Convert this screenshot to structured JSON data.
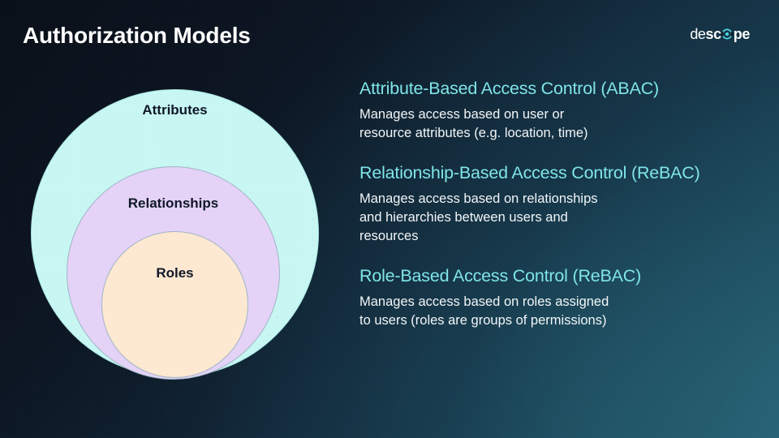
{
  "slide": {
    "title": "Authorization Models",
    "background_top_left_color": "#0a1019",
    "background_bottom_right_color": "#1d5064"
  },
  "brand": {
    "name": "descope",
    "part_1": "de",
    "part_2": "sc",
    "icon": "descope-o-icon",
    "part_3": "pe",
    "color": "#ffffff",
    "icon_color": "#4fd8e0"
  },
  "diagram": {
    "name": "nested-circles-venn",
    "circles": [
      {
        "label": "Attributes",
        "fill": "#c8f7f3",
        "label_color": "#101828"
      },
      {
        "label": "Relationships",
        "fill": "#e4d2f7",
        "label_color": "#101828"
      },
      {
        "label": "Roles",
        "fill": "#fde8d2",
        "label_color": "#101828"
      }
    ]
  },
  "models": [
    {
      "heading": "Attribute-Based Access Control (ABAC)",
      "description": "Manages access based on user or\nresource attributes (e.g. location, time)",
      "heading_color": "#7fe5e8"
    },
    {
      "heading": "Relationship-Based Access Control (ReBAC)",
      "description": "Manages access based on relationships\nand hierarchies between users and\nresources",
      "heading_color": "#7fe5e8"
    },
    {
      "heading": "Role-Based Access Control (ReBAC)",
      "description": "Manages access based on roles assigned\nto users (roles are groups of permissions)",
      "heading_color": "#7fe5e8"
    }
  ]
}
